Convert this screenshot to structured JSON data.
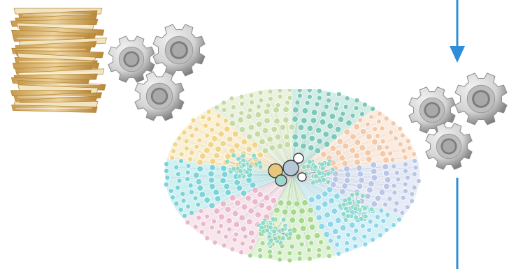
{
  "diagram": {
    "nodes": [
      {
        "id": "files",
        "icon": "document-stack-icon"
      },
      {
        "id": "gears-left",
        "icon": "gears-icon"
      },
      {
        "id": "network",
        "icon": "network-graph-icon"
      },
      {
        "id": "gears-right",
        "icon": "gears-icon"
      }
    ],
    "edges": [
      {
        "from": "top",
        "to": "gears-right",
        "style": "arrow"
      },
      {
        "from": "gears-right",
        "to": "bottom",
        "style": "line"
      }
    ]
  },
  "colors": {
    "arrow": "#2e8ed6",
    "gear_light": "#d4d4d4",
    "gear_dark": "#7a7a7a",
    "folder": "#e2b766",
    "folder_dark": "#b08433",
    "network_sectors": [
      "#7ec8b7",
      "#f3c9a8",
      "#b9c6e6",
      "#8ed7e8",
      "#a6d98f",
      "#eab8cc",
      "#7cd3d8",
      "#f1d58a",
      "#c5dba4"
    ],
    "hub_nodes": [
      "#e8c77a",
      "#b6c8d8",
      "#9fd6c9"
    ]
  }
}
